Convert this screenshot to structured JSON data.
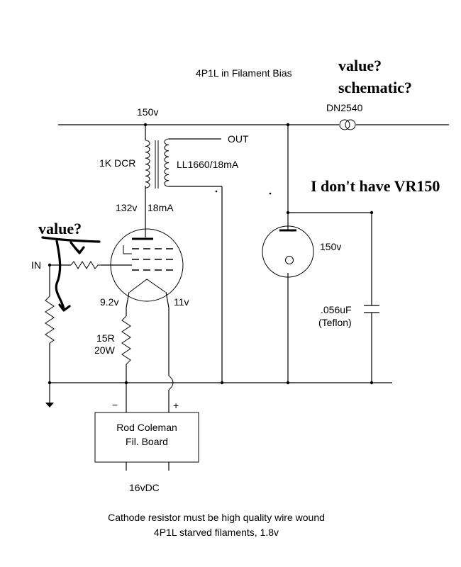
{
  "title": "4P1L in Filament Bias",
  "labels": {
    "supply": "150v",
    "mosfet": "DN2540",
    "out": "OUT",
    "dcr": "1K DCR",
    "choke": "LL1660/18mA",
    "plate_v": "132v",
    "plate_i": "18mA",
    "input": "IN",
    "fil_left": "9.2v",
    "fil_right": "11v",
    "r_value": "15R",
    "r_watt": "20W",
    "vr_v": "150v",
    "cap_value": ".056uF",
    "cap_type": "(Teflon)",
    "minus": "−",
    "plus": "+",
    "board_line1": "Rod Coleman",
    "board_line2": "Fil. Board",
    "dc": "16vDC",
    "note1": "Cathode resistor must be high quality wire wound",
    "note2": "4P1L starved filaments, 1.8v"
  },
  "handwritten": {
    "q_value_top": "value?",
    "q_schematic": "schematic?",
    "no_vr": "I don't have VR150",
    "q_value_left": "value?"
  }
}
